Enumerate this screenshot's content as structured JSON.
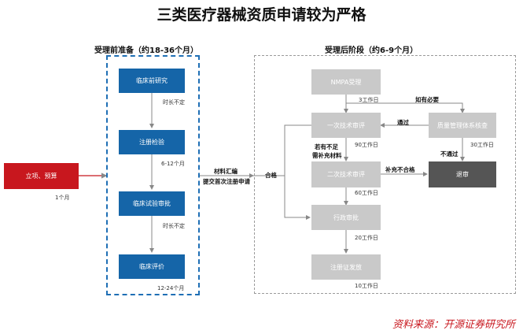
{
  "title": "三类医疗器械资质申请较为严格",
  "left_section": {
    "title": "受理前准备（约18-36个月）",
    "steps": [
      {
        "label": "临床前研究",
        "duration": "时长不定"
      },
      {
        "label": "注册检验",
        "duration": "6-12个月"
      },
      {
        "label": "临床试验审批",
        "duration": "时长不定"
      },
      {
        "label": "临床评价",
        "duration": "12-24个月"
      }
    ]
  },
  "start": {
    "label": "立项、预算",
    "duration": "1个月"
  },
  "transition": {
    "line1": "材料汇编",
    "line2": "提交首次注册申请"
  },
  "right_section": {
    "title": "受理后阶段（约6-9个月）",
    "steps": [
      {
        "label": "NMPA受理",
        "duration": "3工作日"
      },
      {
        "label": "一次技术审评",
        "duration": "90工作日"
      },
      {
        "label": "二次技术审评",
        "duration": "60工作日"
      },
      {
        "label": "行政审批",
        "duration": "20工作日"
      },
      {
        "label": "注册证发放",
        "duration": "10工作日"
      }
    ],
    "quality": {
      "label": "质量管理体系核查",
      "duration": "30工作日"
    },
    "reject": {
      "label": "退审"
    }
  },
  "edges": {
    "if_needed": "如有必要",
    "passed": "通过",
    "supplement_line1": "若有不足",
    "supplement_line2": "需补充材料",
    "supplement_fail": "补充不合格",
    "not_passed": "不通过",
    "qualified": "合格"
  },
  "source": "资料来源：开源证券研究所",
  "colors": {
    "start": "#c8171e",
    "step_blue": "#1565a8",
    "frame_blue": "#1f6fb5",
    "step_gray": "#c9c9c9",
    "reject": "#555555",
    "source_text": "#c8171e"
  }
}
